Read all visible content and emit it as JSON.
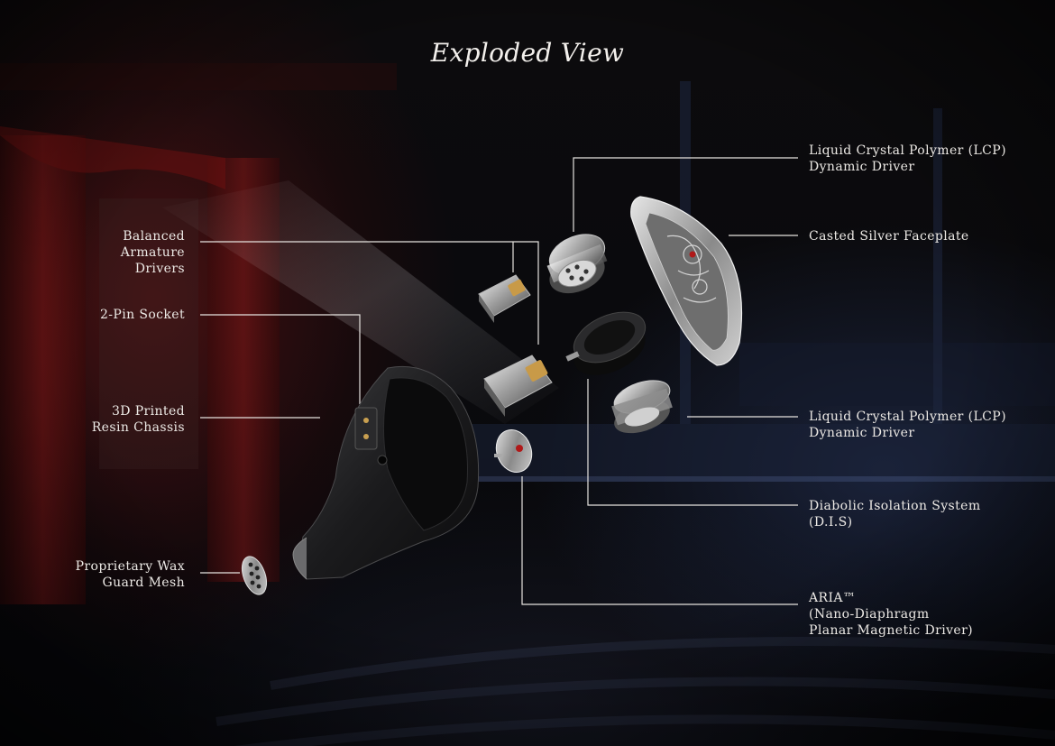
{
  "title": "Exploded View",
  "callouts": {
    "balanced_armature": [
      "Balanced",
      "Armature",
      "Drivers"
    ],
    "two_pin_socket": [
      "2-Pin Socket"
    ],
    "chassis": [
      "3D Printed",
      "Resin Chassis"
    ],
    "wax_guard": [
      "Proprietary Wax",
      "Guard Mesh"
    ],
    "lcp_driver_top": [
      "Liquid Crystal Polymer (LCP)",
      "Dynamic Driver"
    ],
    "faceplate": [
      "Casted Silver Faceplate"
    ],
    "lcp_driver_mid": [
      "Liquid Crystal Polymer (LCP)",
      "Dynamic Driver"
    ],
    "dis": [
      "Diabolic Isolation System",
      "(D.I.S)"
    ],
    "aria": [
      "ARIA™",
      "(Nano-Diaphragm",
      "Planar Magnetic Driver)"
    ]
  },
  "colors": {
    "accent_red": "#b01818",
    "curtain": "#7a1414",
    "leader_line": "#e6e3df",
    "hall_blue": "#2b3a60"
  }
}
